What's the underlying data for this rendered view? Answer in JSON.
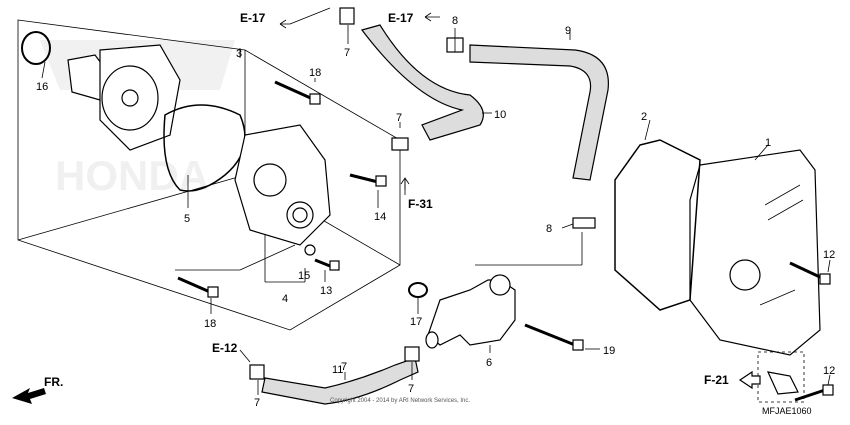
{
  "callouts": {
    "p1": "1",
    "p2": "2",
    "p3": "3",
    "p4": "4",
    "p5": "5",
    "p6": "6",
    "p7a": "7",
    "p7b": "7",
    "p7c": "7",
    "p7d": "7",
    "p7e": "7",
    "p8a": "8",
    "p8b": "8",
    "p9": "9",
    "p10": "10",
    "p11": "11",
    "p12a": "12",
    "p12b": "12",
    "p13": "13",
    "p14": "14",
    "p15": "15",
    "p16": "16",
    "p17": "17",
    "p18a": "18",
    "p18b": "18",
    "p19": "19"
  },
  "refs": {
    "e17a": "E-17",
    "e17b": "E-17",
    "e12": "E-12",
    "f31": "F-31",
    "f21": "F-21",
    "fr": "FR."
  },
  "watermark": "Copyright 2004 - 2014 by ARI Network Services, Inc.",
  "diagram_code": "MFJAE1060"
}
